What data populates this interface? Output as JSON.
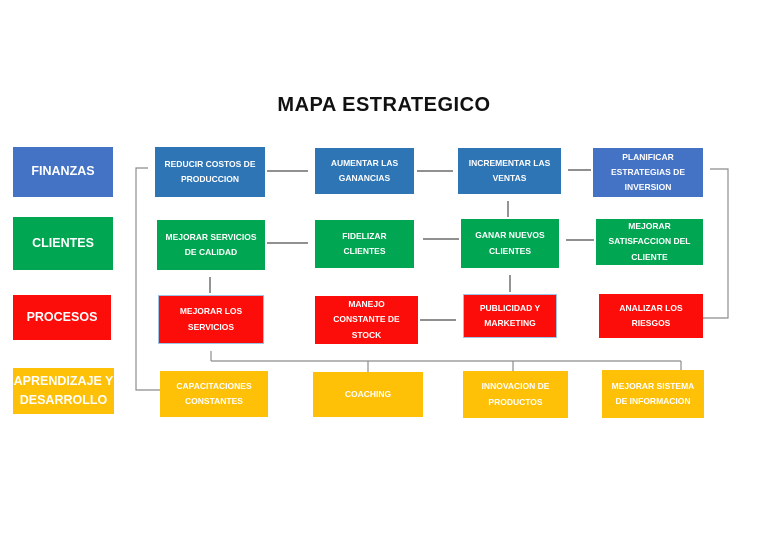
{
  "title": "MAPA ESTRATEGICO",
  "colors": {
    "perspective_finance_blue": "#4472C4",
    "node_blue": "#2E75B6",
    "node_blue_light": "#4472C4",
    "green": "#00A651",
    "red": "#FD0D0A",
    "yellow": "#FFC008",
    "selection_border": "#9DC3E6",
    "arrow": "#4d4d4d",
    "tree_connector": "#8c8c8c"
  },
  "rows": [
    {
      "label": "FINANZAS",
      "nodes": [
        {
          "label": "REDUCIR COSTOS DE\nPRODUCCION"
        },
        {
          "label": "AUMENTAR LAS\nGANANCIAS"
        },
        {
          "label": "INCREMENTAR LAS\nVENTAS"
        },
        {
          "label": "PLANIFICAR\nESTRATEGIAS DE\nINVERSION"
        }
      ]
    },
    {
      "label": "CLIENTES",
      "nodes": [
        {
          "label": "MEJORAR SERVICIOS\nDE CALIDAD"
        },
        {
          "label": "FIDELIZAR CLIENTES"
        },
        {
          "label": "GANAR NUEVOS\nCLIENTES"
        },
        {
          "label": "MEJORAR\nSATISFACCION DEL\nCLIENTE"
        }
      ]
    },
    {
      "label": "PROCESOS",
      "nodes": [
        {
          "label": "MEJORAR LOS\nSERVICIOS"
        },
        {
          "label": "MANEJO\nCONSTANTE DE\nSTOCK"
        },
        {
          "label": "PUBLICIDAD Y\nMARKETING"
        },
        {
          "label": "ANALIZAR LOS\nRIESGOS"
        }
      ]
    },
    {
      "label": "APRENDIZAJE Y\nDESARROLLO",
      "nodes": [
        {
          "label": "CAPACITACIONES\nCONSTANTES"
        },
        {
          "label": "COACHING"
        },
        {
          "label": "INNOVACION DE\nPRODUCTOS"
        },
        {
          "label": "MEJORAR SISTEMA\nDE INFORMACION"
        }
      ]
    }
  ],
  "edges": [
    "REDUCIR COSTOS DE PRODUCCION -> AUMENTAR LAS GANANCIAS",
    "AUMENTAR LAS GANANCIAS <-> INCREMENTAR LAS VENTAS",
    "PLANIFICAR ESTRATEGIAS DE INVERSION -> INCREMENTAR LAS VENTAS",
    "MEJORAR SERVICIOS DE CALIDAD -> FIDELIZAR CLIENTES",
    "GANAR NUEVOS CLIENTES -> FIDELIZAR CLIENTES",
    "MEJORAR SATISFACCION DEL CLIENTE -> GANAR NUEVOS CLIENTES",
    "GANAR NUEVOS CLIENTES -> INCREMENTAR LAS VENTAS",
    "MEJORAR LOS SERVICIOS -> MEJORAR SERVICIOS DE CALIDAD",
    "PUBLICIDAD Y MARKETING -> GANAR NUEVOS CLIENTES",
    "MANEJO CONSTANTE DE STOCK -> PUBLICIDAD Y MARKETING",
    "CAPACITACIONES CONSTANTES -> REDUCIR COSTOS DE PRODUCCION",
    "ANALIZAR LOS RIESGOS -> PLANIFICAR ESTRATEGIAS DE INVERSION",
    "COACHING + INNOVACION DE PRODUCTOS + MEJORAR SISTEMA DE INFORMACION -> MEJORAR LOS SERVICIOS"
  ]
}
